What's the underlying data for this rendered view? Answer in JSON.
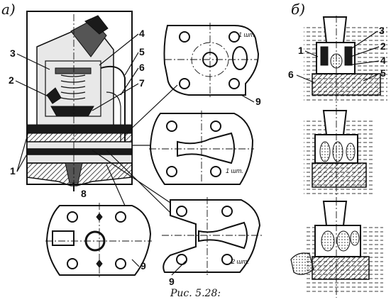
{
  "panel_labels": {
    "a": "а)",
    "b": "б)"
  },
  "caption": "Рис. 5.28:",
  "part_numbers_a": {
    "n1": "1",
    "n2": "2",
    "n3": "3",
    "n4": "4",
    "n5": "5",
    "n6": "6",
    "n7": "7",
    "n8": "8",
    "n9_top": "9",
    "n9_bottom": "9"
  },
  "part_numbers_b": {
    "n1": "1",
    "n2": "2",
    "n3": "3",
    "n4": "4",
    "n5": "5",
    "n6": "6"
  },
  "plate_quantities": {
    "top": "1 шт.",
    "middle": "1 шт.",
    "bottom_right": "2 шт."
  }
}
